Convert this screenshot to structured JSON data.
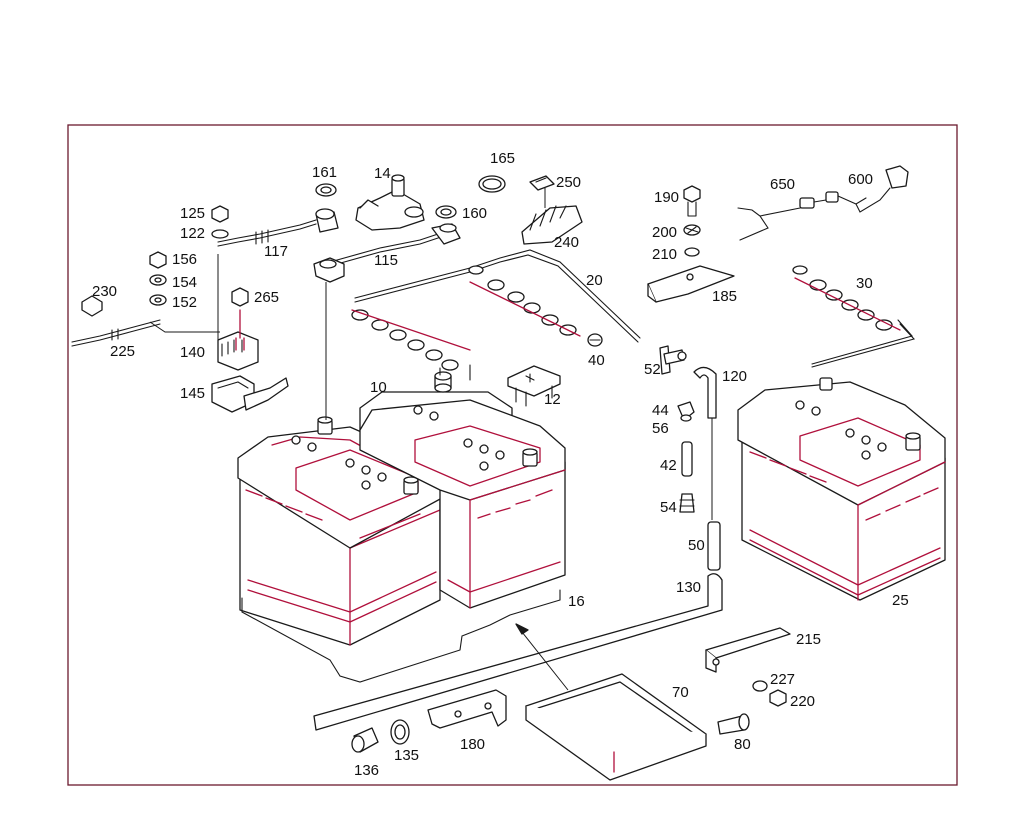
{
  "colors": {
    "frame": "#6b1a2e",
    "highlight": "#b0103c",
    "line": "#1a1a1a",
    "background": "#ffffff"
  },
  "labels": {
    "p161": "161",
    "p14": "14",
    "p165": "165",
    "p250": "250",
    "p240": "240",
    "p125": "125",
    "p122": "122",
    "p117": "117",
    "p160": "160",
    "p115": "115",
    "p156": "156",
    "p154": "154",
    "p152": "152",
    "p265": "265",
    "p230": "230",
    "p225": "225",
    "p140": "140",
    "p145": "145",
    "p20": "20",
    "p40": "40",
    "p10": "10",
    "p12": "12",
    "p16": "16",
    "p190": "190",
    "p200": "200",
    "p210": "210",
    "p185": "185",
    "p650": "650",
    "p600": "600",
    "p30": "30",
    "p52": "52",
    "p120": "120",
    "p44": "44",
    "p56": "56",
    "p42": "42",
    "p54": "54",
    "p50": "50",
    "p130": "130",
    "p25": "25",
    "p215": "215",
    "p227": "227",
    "p220": "220",
    "p70": "70",
    "p80": "80",
    "p180": "180",
    "p135": "135",
    "p136": "136"
  },
  "icons": [
    "battery-icon",
    "vent-hose-icon",
    "cable-icon",
    "terminal-clamp-icon",
    "nut-icon",
    "tray-icon",
    "bracket-icon"
  ]
}
